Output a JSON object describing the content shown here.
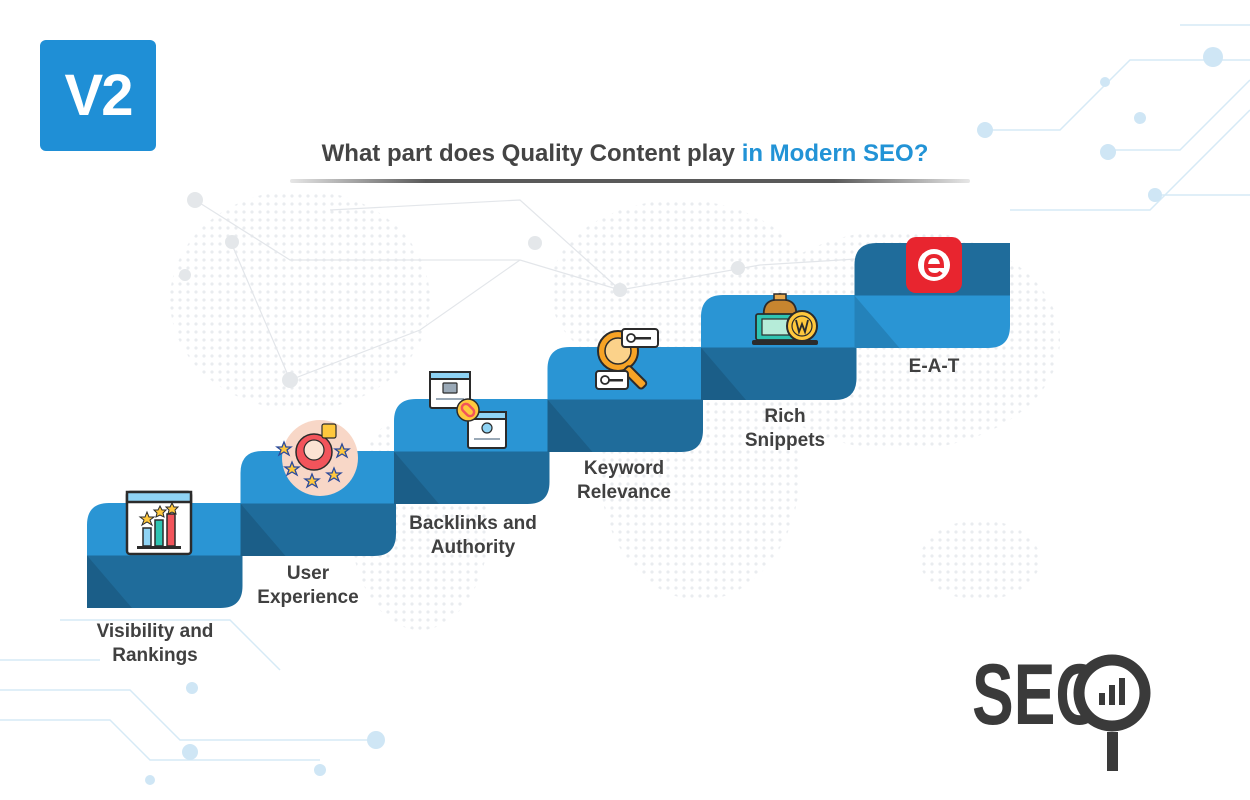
{
  "brand": {
    "logo_text": "V2",
    "color": "#1f8fd6"
  },
  "title": {
    "part1": "What part does Quality Content play ",
    "part2": "in Modern SEO?"
  },
  "colors": {
    "step_light": "#2a95d4",
    "step_dark": "#1f6c9b",
    "title_text": "#444444",
    "accent": "#2293d6"
  },
  "steps": [
    {
      "line1": "Visibility and",
      "line2": "Rankings",
      "icon": "ranking-chart-icon"
    },
    {
      "line1": "User",
      "line2": "Experience",
      "icon": "user-rating-icon"
    },
    {
      "line1": "Backlinks and",
      "line2": "Authority",
      "icon": "backlinks-icon"
    },
    {
      "line1": "Keyword",
      "line2": "Relevance",
      "icon": "keyword-search-icon"
    },
    {
      "line1": "Rich",
      "line2": "Snippets",
      "icon": "rich-snippets-icon"
    },
    {
      "line1": "E-A-T",
      "line2": "",
      "icon": "eat-icon"
    }
  ],
  "seo_logo": {
    "text": "SEO"
  }
}
